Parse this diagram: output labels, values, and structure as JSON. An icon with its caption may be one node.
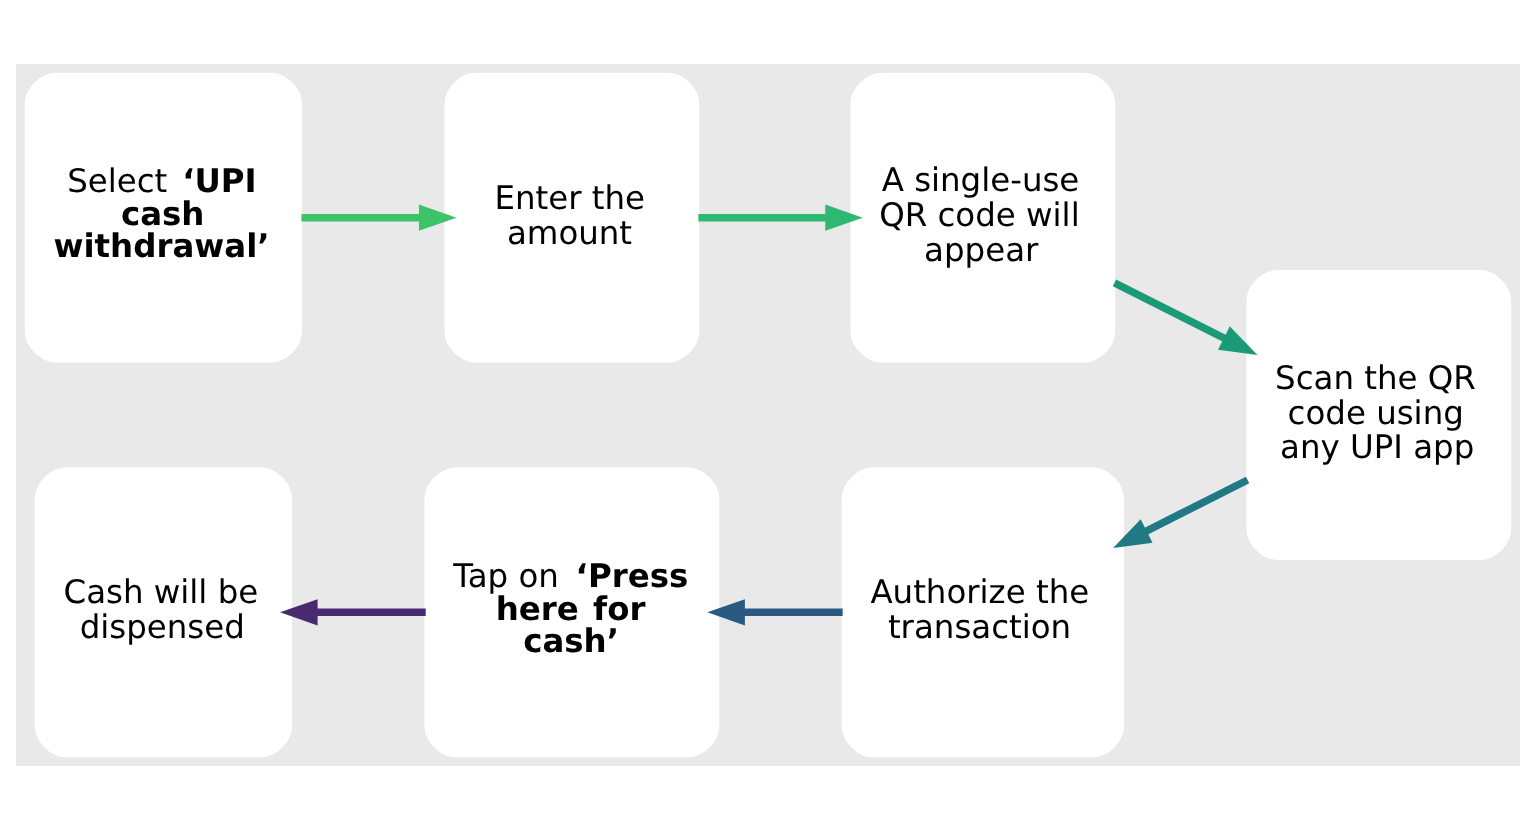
{
  "diagram": {
    "nodes": [
      {
        "text": [
          "Select **‘UPI cash withdrawal’**"
        ]
      },
      {
        "text": [
          "Enter the amount"
        ]
      },
      {
        "text": [
          "A single-use QR code will appear"
        ]
      },
      {
        "text": [
          "Scan the QR code using any UPI app"
        ]
      },
      {
        "text": [
          "Authorize the transaction"
        ]
      },
      {
        "text": [
          "Tap on **‘Press here for cash’**"
        ]
      },
      {
        "text": [
          "Cash will be dispensed"
        ]
      }
    ],
    "edges": [
      {
        "from": 0,
        "to": 1,
        "arrow": "to",
        "color": "#3cc46a"
      },
      {
        "from": 1,
        "to": 2,
        "arrow": "to",
        "color": "#2fb872"
      },
      {
        "from": 2,
        "to": 3,
        "arrow": "to",
        "color": "#1a9a76"
      },
      {
        "from": 3,
        "to": 4,
        "arrow": "to",
        "color": "#1f7a84"
      },
      {
        "from": 4,
        "to": 5,
        "arrow": "to",
        "color": "#2a5a82"
      },
      {
        "from": 5,
        "to": 6,
        "arrow": "to",
        "color": "#4a2a6e"
      }
    ]
  }
}
